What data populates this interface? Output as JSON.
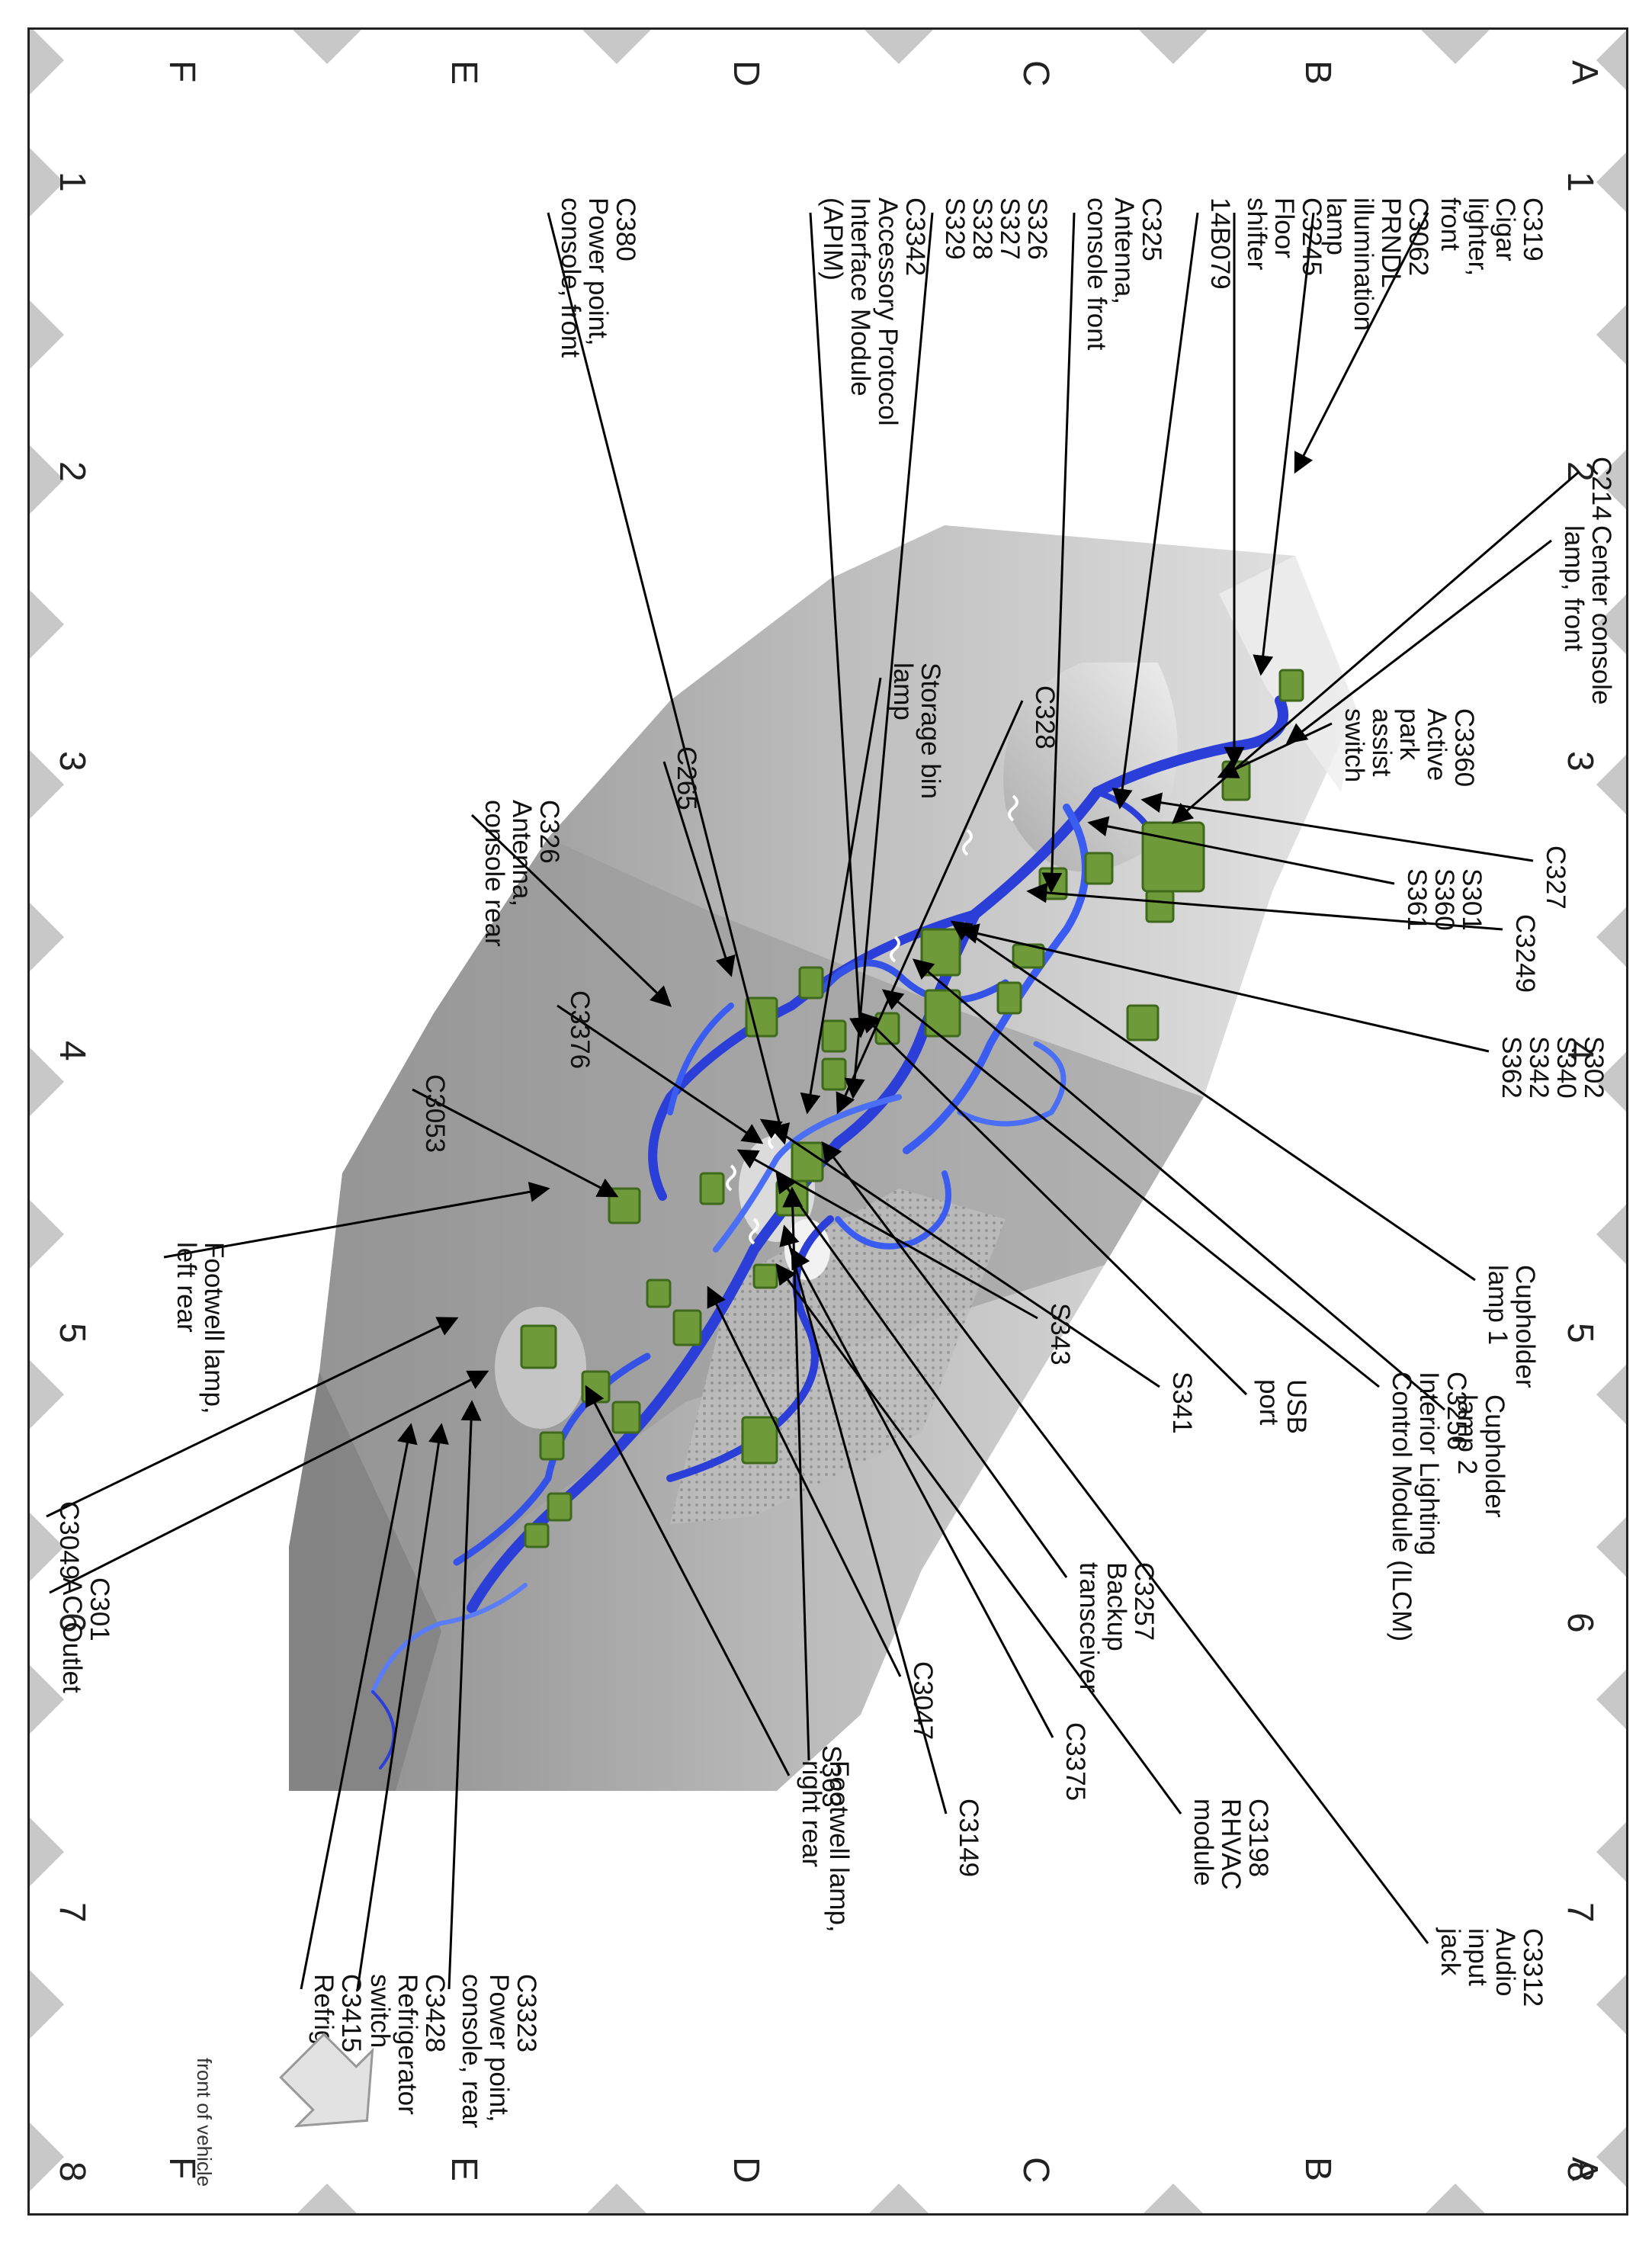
{
  "grid": {
    "columns": [
      "1",
      "2",
      "3",
      "4",
      "5",
      "6",
      "7",
      "8"
    ],
    "rows": [
      "A",
      "B",
      "C",
      "D",
      "E",
      "F"
    ]
  },
  "orientation_note": "front of vehicle",
  "labels": [
    {
      "id": "c319",
      "lines": [
        "C319",
        "Cigar",
        "lighter,",
        "front"
      ]
    },
    {
      "id": "c3062",
      "lines": [
        "C3062",
        "PRNDL",
        "illumination",
        "lamp"
      ]
    },
    {
      "id": "c3245",
      "lines": [
        "C3245",
        "Floor",
        "shifter"
      ]
    },
    {
      "id": "14b079",
      "lines": [
        "14B079"
      ]
    },
    {
      "id": "c325",
      "lines": [
        "C325",
        "Antenna,",
        "console front"
      ]
    },
    {
      "id": "s326",
      "lines": [
        "S326",
        "S327",
        "S328",
        "S329"
      ]
    },
    {
      "id": "c3342",
      "lines": [
        "C3342",
        "Accessory Protocol",
        "Interface Module",
        "(APIM)"
      ]
    },
    {
      "id": "c380",
      "lines": [
        "C380",
        "Power point,",
        "console, front"
      ]
    },
    {
      "id": "c214",
      "lines": [
        "C214"
      ]
    },
    {
      "id": "center-console-lamp",
      "lines": [
        "Center console",
        "lamp, front"
      ]
    },
    {
      "id": "storage-bin",
      "lines": [
        "Storage bin",
        "lamp"
      ]
    },
    {
      "id": "c328",
      "lines": [
        "C328"
      ]
    },
    {
      "id": "c265",
      "lines": [
        "C265"
      ]
    },
    {
      "id": "c326",
      "lines": [
        "C326",
        "Antenna,",
        "console rear"
      ]
    },
    {
      "id": "c3360",
      "lines": [
        "C3360",
        "Active",
        "park",
        "assist",
        "switch"
      ]
    },
    {
      "id": "c327",
      "lines": [
        "C327"
      ]
    },
    {
      "id": "s301",
      "lines": [
        "S301",
        "S360",
        "S361"
      ]
    },
    {
      "id": "c3249",
      "lines": [
        "C3249"
      ]
    },
    {
      "id": "s302",
      "lines": [
        "S302",
        "S340",
        "S342",
        "S362"
      ]
    },
    {
      "id": "c3376",
      "lines": [
        "C3376"
      ]
    },
    {
      "id": "c3053",
      "lines": [
        "C3053"
      ]
    },
    {
      "id": "footwell-lr",
      "lines": [
        "Footwell lamp,",
        "left rear"
      ]
    },
    {
      "id": "cupholder1",
      "lines": [
        "Cupholder",
        "lamp 1"
      ]
    },
    {
      "id": "cupholder2",
      "lines": [
        "Cupholder",
        "lamp 2"
      ]
    },
    {
      "id": "c3256",
      "lines": [
        "C3256",
        "Interior Lighting",
        "Control Module (ILCM)"
      ]
    },
    {
      "id": "usb",
      "lines": [
        "USB",
        "port"
      ]
    },
    {
      "id": "s341",
      "lines": [
        "S341"
      ]
    },
    {
      "id": "s343",
      "lines": [
        "S343"
      ]
    },
    {
      "id": "c3257",
      "lines": [
        "C3257",
        "Backup",
        "transceiver"
      ]
    },
    {
      "id": "c3049",
      "lines": [
        "C3049"
      ]
    },
    {
      "id": "c301",
      "lines": [
        "C301",
        "AC Outlet"
      ]
    },
    {
      "id": "c3047",
      "lines": [
        "C3047"
      ]
    },
    {
      "id": "s363",
      "lines": [
        "S363"
      ]
    },
    {
      "id": "c3149",
      "lines": [
        "C3149"
      ]
    },
    {
      "id": "c3375",
      "lines": [
        "C3375"
      ]
    },
    {
      "id": "c3198",
      "lines": [
        "C3198",
        "RHVAC",
        "module"
      ]
    },
    {
      "id": "c3312",
      "lines": [
        "C3312",
        "Audio",
        "input",
        "jack"
      ]
    },
    {
      "id": "footwell-rr",
      "lines": [
        "Footwell lamp,",
        "right rear"
      ]
    },
    {
      "id": "c3323",
      "lines": [
        "C3323",
        "Power point,",
        "console, rear"
      ]
    },
    {
      "id": "c3428",
      "lines": [
        "C3428",
        "Refrigerator",
        "switch"
      ]
    },
    {
      "id": "c3415",
      "lines": [
        "C3415",
        "Refrigerator"
      ]
    }
  ]
}
